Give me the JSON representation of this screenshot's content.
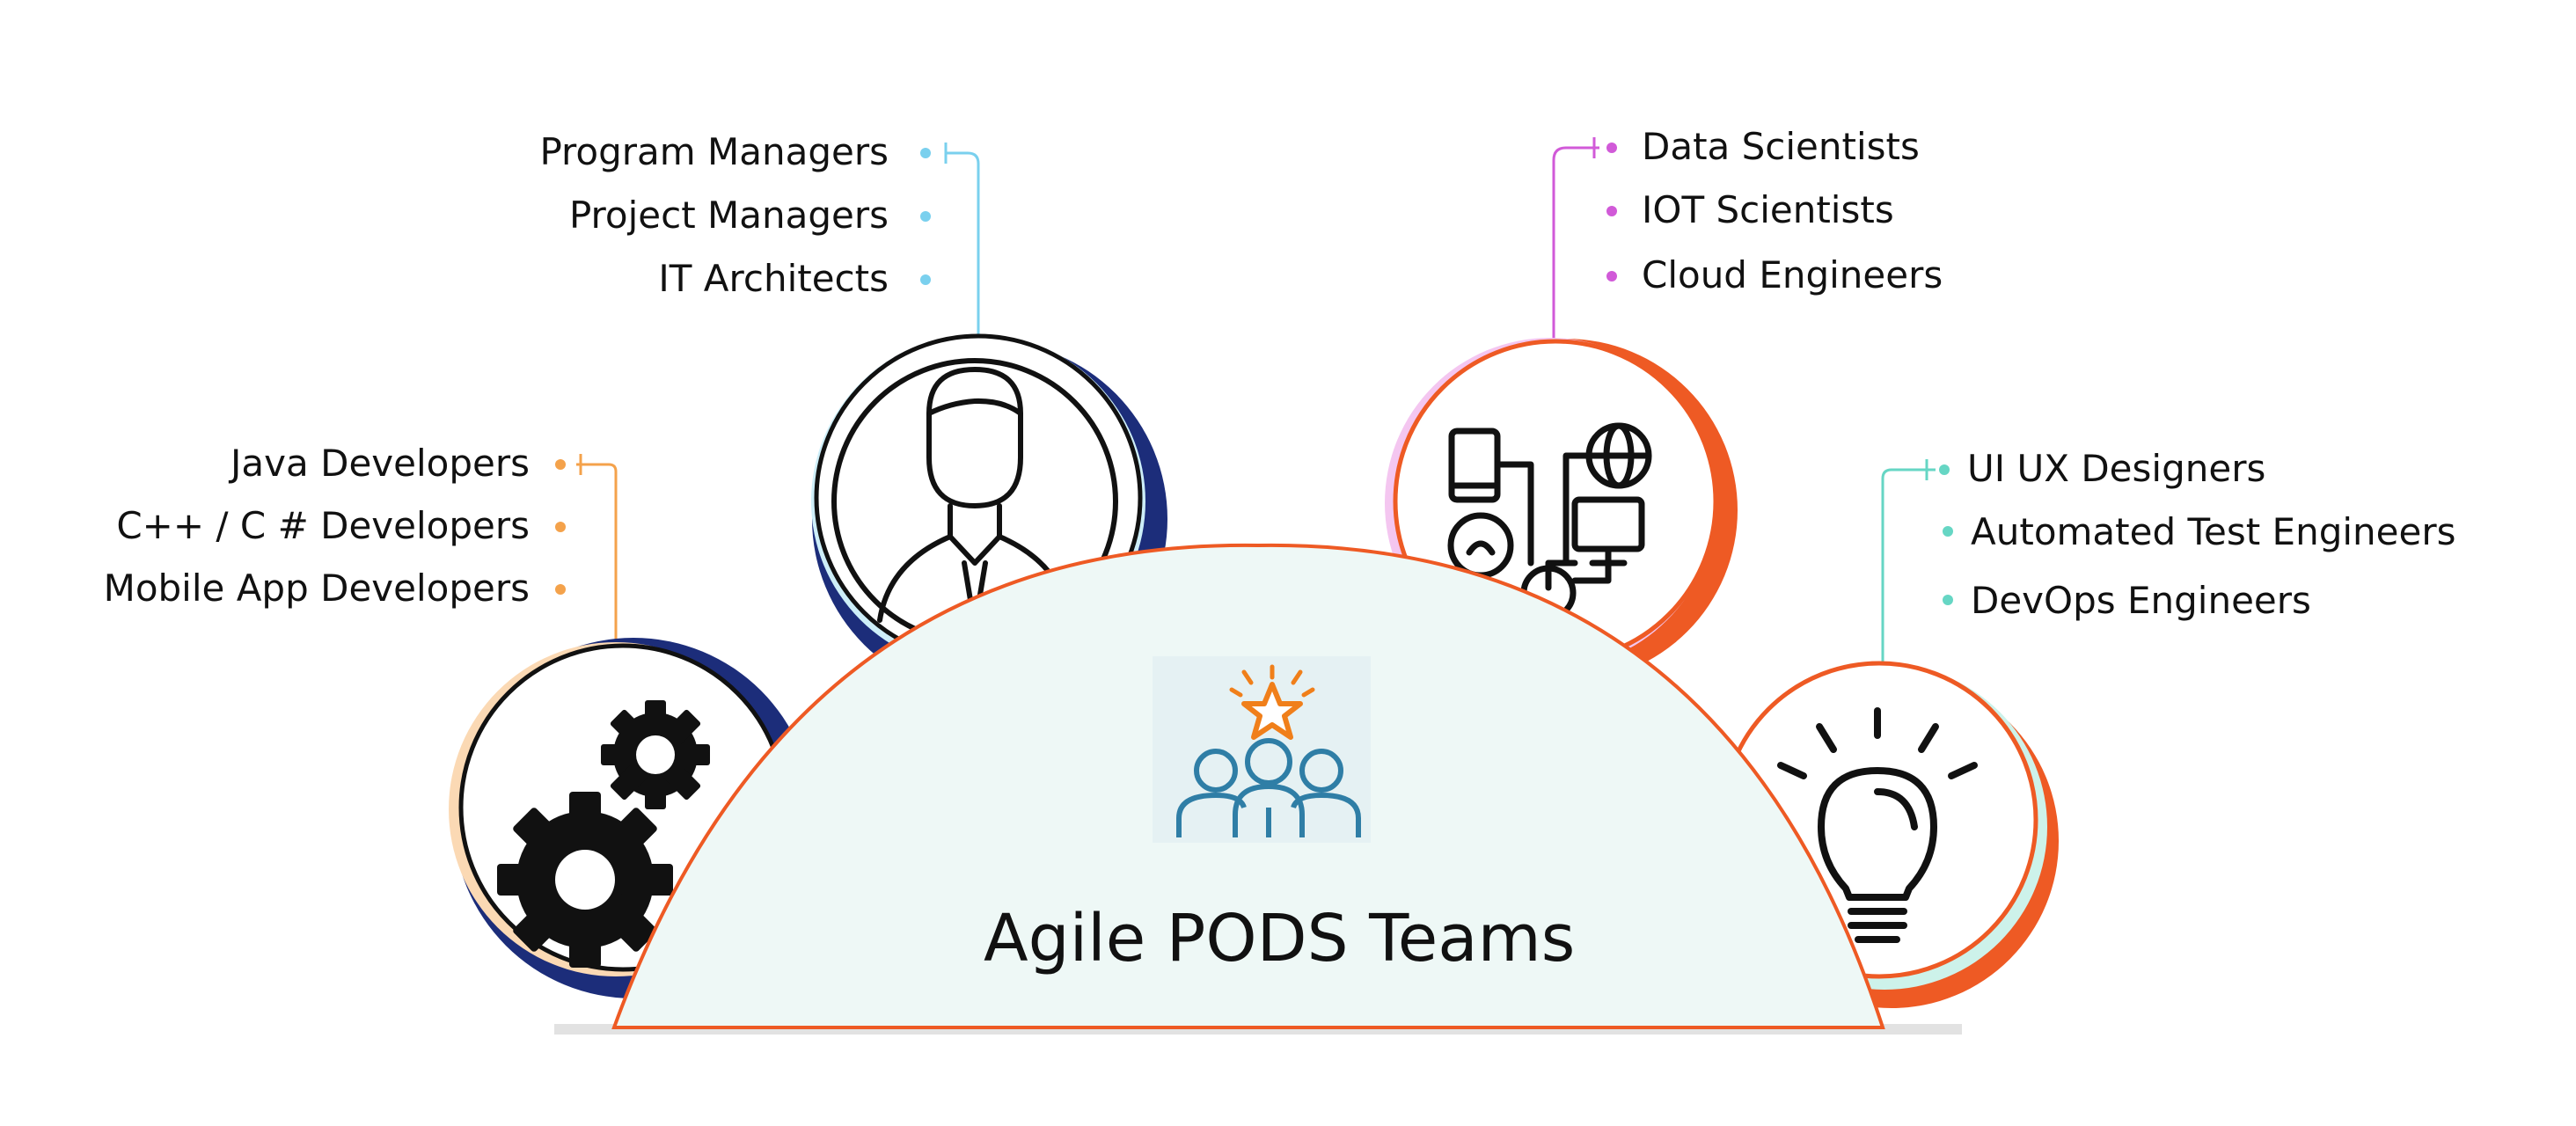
{
  "title": "Agile PODS Teams",
  "colors": {
    "orange_accent": "#ee5a24",
    "dome_fill": "#eef8f6",
    "navy_shadow": "#1c2d7a",
    "java_group": "#f4a24b",
    "program_group": "#7ad0ee",
    "data_group": "#d15ad8",
    "ui_group": "#66d6c4",
    "team_icon": "#2f7ea6",
    "star_icon": "#f07f1a"
  },
  "groups": {
    "java": {
      "icon": "gears-icon",
      "items": [
        "Java Developers",
        "C++ / C # Developers",
        "Mobile App Developers"
      ]
    },
    "program": {
      "icon": "manager-icon",
      "items": [
        "Program Managers",
        "Project Managers",
        "IT Architects"
      ]
    },
    "data": {
      "icon": "devices-network-icon",
      "items": [
        "Data Scientists",
        "IOT Scientists",
        "Cloud Engineers"
      ]
    },
    "ui": {
      "icon": "lightbulb-icon",
      "items": [
        "UI UX Designers",
        "Automated Test Engineers",
        "DevOps Engineers"
      ]
    }
  }
}
